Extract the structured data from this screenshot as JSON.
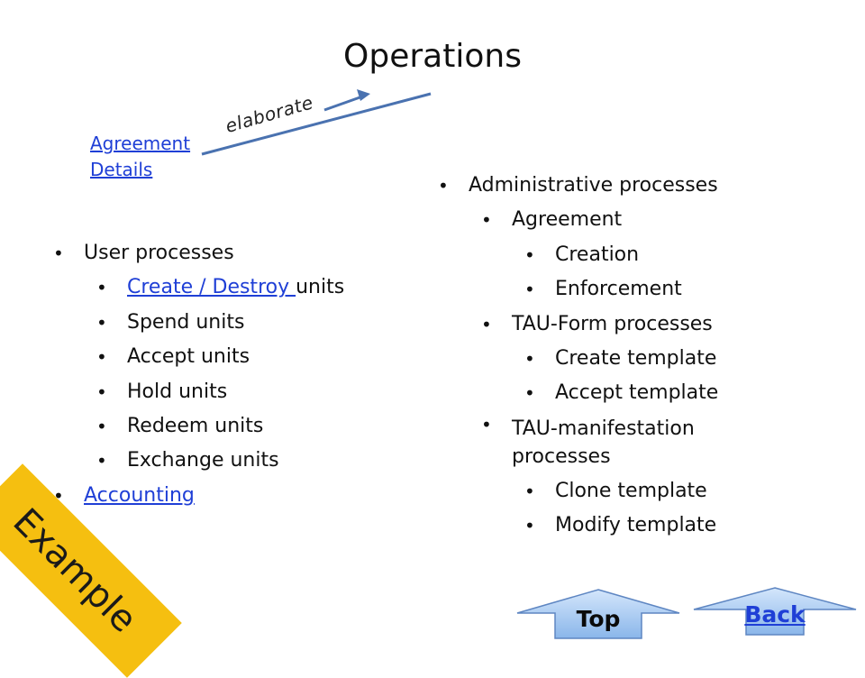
{
  "slide": {
    "title": "Operations",
    "agreement_link": {
      "line1": "Agreement",
      "line2": "Details"
    },
    "elaborate_label": "elaborate",
    "left_list": {
      "user_processes": "User processes",
      "create_destroy_link": "Create / Destroy ",
      "create_destroy_suffix": "units",
      "spend": "Spend units",
      "accept": "Accept units",
      "hold": "Hold units",
      "redeem": "Redeem units",
      "exchange": "Exchange units",
      "accounting_link": "Accounting"
    },
    "right_list": {
      "administrative": "Administrative processes",
      "agreement": "Agreement",
      "creation": "Creation",
      "enforcement": "Enforcement",
      "tau_form": "TAU-Form processes",
      "create_template": "Create template",
      "accept_template": "Accept template",
      "tau_manifestation_line1": "TAU-manifestation",
      "tau_manifestation_line2": "processes",
      "clone_template": "Clone template",
      "modify_template": "Modify template"
    },
    "badge": "Example",
    "nav": {
      "top_label": "Top",
      "back_label": "Back"
    },
    "bullet_char": "•",
    "colors": {
      "link": "#1f3fd6",
      "badge": "#f5bf10",
      "button_fill": "#9fc4ef",
      "arrow": "#4a72b0"
    }
  }
}
